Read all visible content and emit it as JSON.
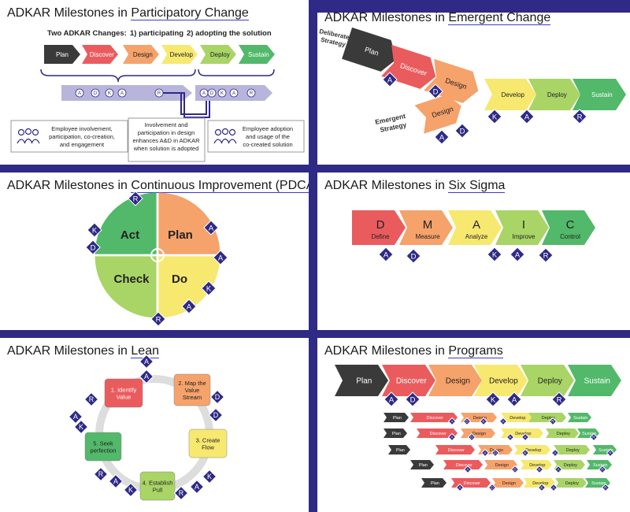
{
  "colors": {
    "dark": "#3a3a3a",
    "red": "#ea5b5e",
    "orange": "#f5a26b",
    "yellow": "#f7e870",
    "lightgreen": "#a9d466",
    "green": "#52b86a",
    "navy": "#2e2a86",
    "lavender": "#b8b5dc"
  },
  "panels": {
    "participatory": {
      "title_prefix": "ADKAR Milestones in ",
      "title_highlight": "Participatory Change",
      "subtitle_left": "Two ADKAR Changes:",
      "subtitle_mid": "1) participating",
      "subtitle_right": "2) adopting the solution",
      "phases": [
        "Plan",
        "Discover",
        "Design",
        "Develop",
        "Deploy",
        "Sustain"
      ],
      "bar1_letters": [
        "A",
        "D",
        "K",
        "A",
        "R"
      ],
      "bar2_letters": [
        "A",
        "D",
        "K",
        "A",
        "R"
      ],
      "box_left": [
        "Employee involvement,",
        "participation, co-creation,",
        "and engagement"
      ],
      "box_mid": [
        "Involvement and",
        "participation in design",
        "enhances A&D in ADKAR",
        "when solution is adopted"
      ],
      "box_right": [
        "Employee adoption",
        "and usage of the",
        "co-created solution"
      ]
    },
    "emergent": {
      "title_prefix": "ADKAR Milestones in ",
      "title_highlight": "Emergent Change",
      "deliberate_label": [
        "Deliberate",
        "Strategy"
      ],
      "emergent_label": [
        "Emergent",
        "Strategy"
      ],
      "phases": [
        "Plan",
        "Discover",
        "Design",
        "Design",
        "Develop",
        "Deploy",
        "Sustain"
      ],
      "diamonds": [
        "A",
        "D",
        "A",
        "D",
        "K",
        "A",
        "R"
      ]
    },
    "pdca": {
      "title_prefix": "ADKAR Milestones in ",
      "title_highlight": "Continuous Improvement (PDCA)",
      "quadrants": [
        "Act",
        "Plan",
        "Check",
        "Do"
      ],
      "diamonds": [
        "R",
        "A",
        "K",
        "A",
        "D",
        "K",
        "A",
        "R"
      ]
    },
    "sixsigma": {
      "title_prefix": "ADKAR Milestones in ",
      "title_highlight": "Six Sigma",
      "letters": [
        "D",
        "M",
        "A",
        "I",
        "C"
      ],
      "names": [
        "Define",
        "Measure",
        "Analyze",
        "Improve",
        "Control"
      ],
      "diamonds": [
        "A",
        "D",
        "K",
        "A",
        "R"
      ]
    },
    "lean": {
      "title_prefix": "ADKAR Milestones in ",
      "title_highlight": "Lean",
      "steps": [
        [
          "1. Identify",
          "Value"
        ],
        [
          "2. Map the",
          "Value",
          "Stream"
        ],
        [
          "3. Create",
          "Flow"
        ],
        [
          "4. Establish",
          "Pull"
        ],
        [
          "5. Seek",
          "perfection"
        ]
      ],
      "diamonds": [
        "A",
        "A",
        "D",
        "D",
        "A",
        "R",
        "K",
        "R",
        "A",
        "K",
        "R",
        "A",
        "K"
      ]
    },
    "programs": {
      "title_prefix": "ADKAR Milestones in ",
      "title_highlight": "Programs",
      "phases": [
        "Plan",
        "Discover",
        "Design",
        "Develop",
        "Deploy",
        "Sustain"
      ],
      "diamonds": [
        "A",
        "D",
        "K",
        "A",
        "R"
      ],
      "mini_rows": [
        [
          "Plan",
          "Discover",
          "Design",
          "Develop",
          "Deploy",
          "Sustain"
        ],
        [
          "Plan",
          "Discover",
          "Design",
          "Develop",
          "Deploy",
          "Sustain"
        ],
        [
          "Plan",
          "Discover",
          "Design",
          "Develop",
          "Deploy",
          "Sustain"
        ],
        [
          "Plan",
          "Discover",
          "Design",
          "Develop",
          "Deploy",
          "Sustain"
        ],
        [
          "Plan",
          "Discover",
          "Design",
          "Develop",
          "Deploy",
          "Sustain"
        ]
      ]
    }
  }
}
